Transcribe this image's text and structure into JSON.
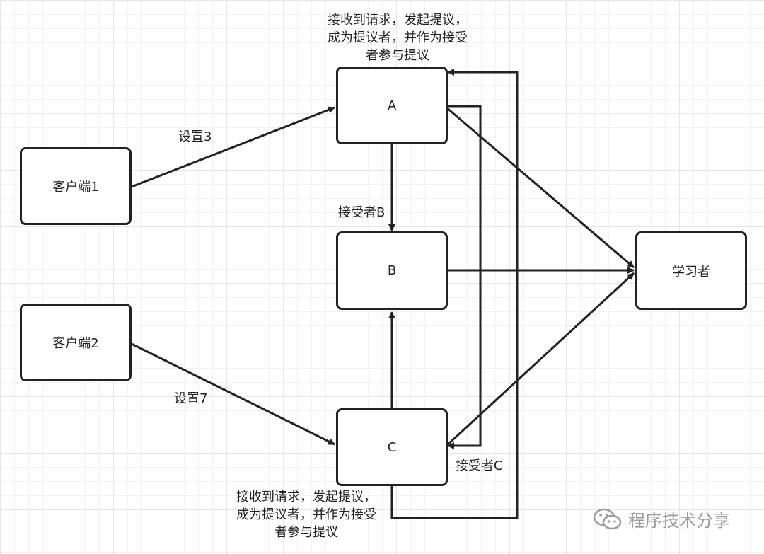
{
  "nodes": {
    "client1": "客户端1",
    "client2": "客户端2",
    "a": "A",
    "b": "B",
    "c": "C",
    "learner": "学习者"
  },
  "labels": {
    "set3": "设置3",
    "set7": "设置7",
    "acceptor_b": "接受者B",
    "acceptor_c": "接受者C",
    "note_a": [
      "接收到请求，发起提议，",
      "成为提议者，并作为接受",
      "者参与提议"
    ],
    "note_c": [
      "接收到请求，发起提议，",
      "成为提议者，并作为接受",
      "者参与提议"
    ]
  },
  "watermark": {
    "text": "程序技术分享",
    "icon": "wechat-icon"
  },
  "colors": {
    "stroke": "#222222",
    "watermark": "#9a9a9a"
  }
}
